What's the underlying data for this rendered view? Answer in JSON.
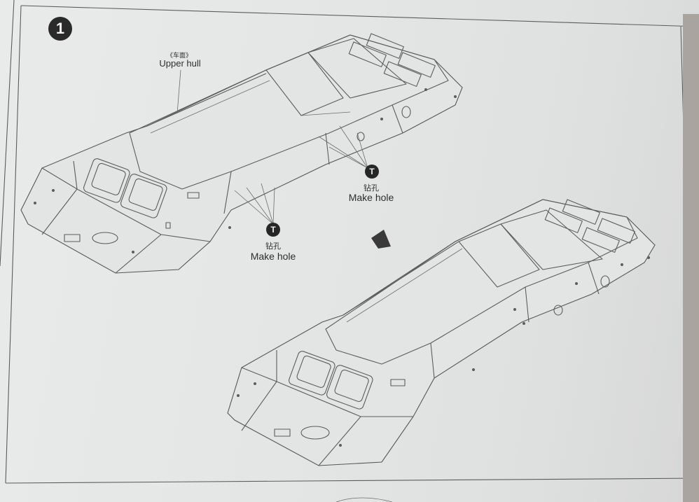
{
  "step": {
    "number": "1"
  },
  "labels": {
    "upper_hull_cn": "《车面》",
    "upper_hull_en": "Upper hull",
    "make_hole_cn": "钻孔",
    "make_hole_en": "Make hole",
    "hole_symbol": "T"
  }
}
